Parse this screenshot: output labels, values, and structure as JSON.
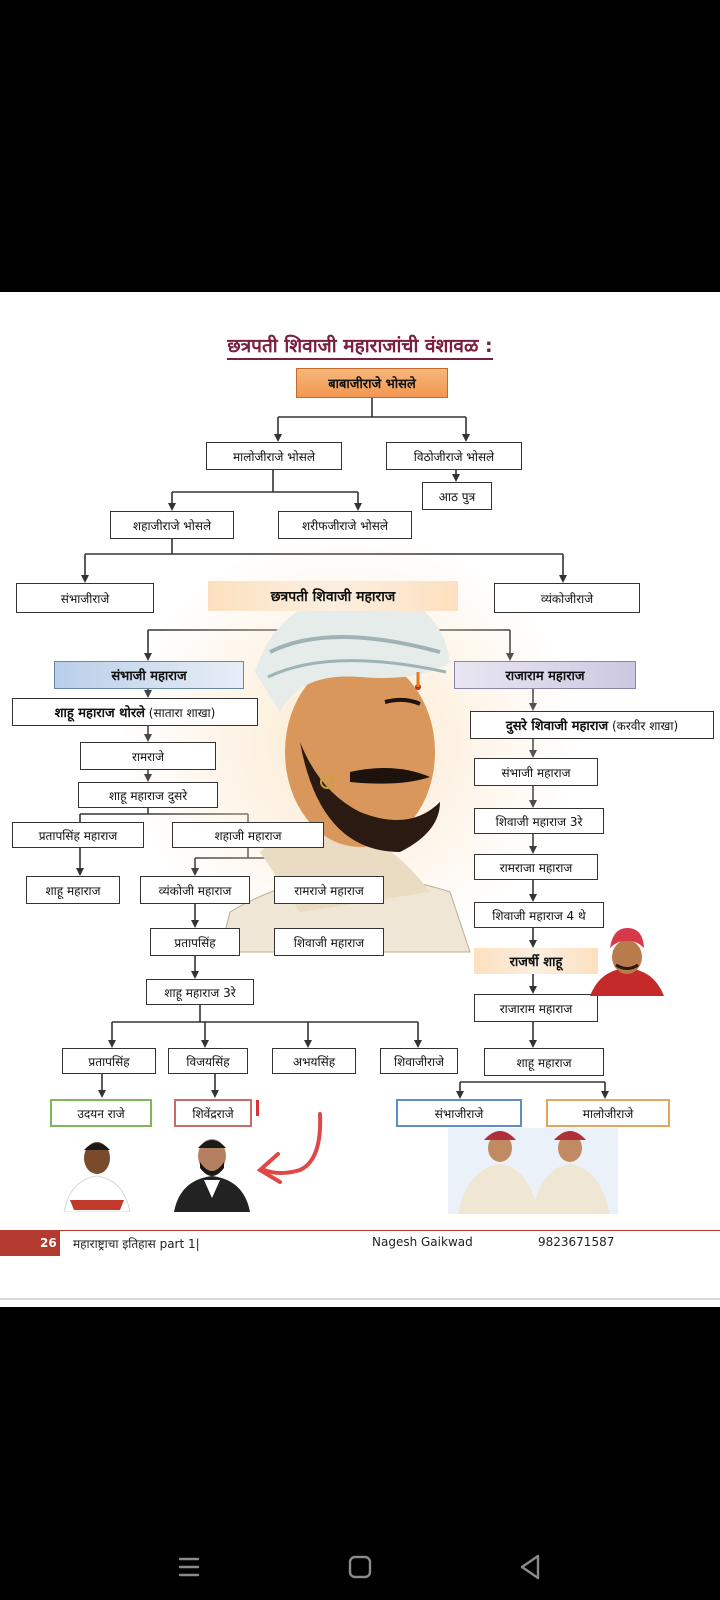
{
  "doc": {
    "title": "छत्रपती शिवाजी महाराजांची वंशावळ :",
    "nodes": {
      "babaji": "बाबाजीराजे भोसले",
      "maloji": "मालोजीराजे भोसले",
      "vithoji": "विठोजीराजे भोसले",
      "aath_putra": "आठ पुत्र",
      "shahaji": "शहाजीराजे भोसले",
      "sharifji": "शरीफजीराजे भोसले",
      "sambhajiraje": "संभाजीराजे",
      "shivaji": "छत्रपती शिवाजी महाराज",
      "vyankojiraje": "व्यंकोजीराजे",
      "sambhaji_maharaj": "संभाजी महाराज",
      "rajaram_maharaj": "राजाराम महाराज",
      "shahu_thorle": "शाहू महाराज थोरले",
      "satara_shakha": "(सातारा शाखा)",
      "dusre_shivaji": "दुसरे शिवाजी महाराज",
      "karvir_shakha": "(करवीर शाखा)",
      "ramraje": "रामराजे",
      "shahu_dusre": "शाहू महाराज दुसरे",
      "pratapsinh_maharaj": "प्रतापसिंह महाराज",
      "shahaji_maharaj": "शहाजी महाराज",
      "shahu_maharaj_l": "शाहू महाराज",
      "vyankoji_maharaj": "व्यंकोजी महाराज",
      "ramraje_maharaj": "रामराजे महाराज",
      "pratapsinh": "प्रतापसिंह",
      "shivaji_maharaj": "शिवाजी महाराज",
      "shahu_3": "शाहू महाराज 3रे",
      "sambhaji_maharaj_r": "संभाजी महाराज",
      "shivaji_3": "शिवाजी महाराज 3रे",
      "ramraja": "रामराजा महाराज",
      "shivaji_4": "शिवाजी महाराज 4 थे",
      "rajarshi_shahu": "राजर्षी शाहू",
      "rajaram_r": "राजाराम महाराज",
      "pratapsinh_b": "प्रतापसिंह",
      "vijaysinh": "विजयसिंह",
      "abhaysinh": "अभयसिंह",
      "shivajiraje": "शिवाजीराजे",
      "shahu_b": "शाहू महाराज",
      "udayanraje": "उदयन राजे",
      "shivendraraje": "शिवेंद्रराजे",
      "sambhajiraje_b": "संभाजीराजे",
      "malojiraje_b": "मालोजीराजे"
    },
    "footer": {
      "page_number": "26",
      "book": "महाराष्ट्राचा इतिहास part 1|",
      "author": "Nagesh Gaikwad",
      "phone": "9823671587"
    }
  },
  "navbar": {
    "icons": [
      "recent-apps-icon",
      "home-icon",
      "back-icon"
    ]
  }
}
